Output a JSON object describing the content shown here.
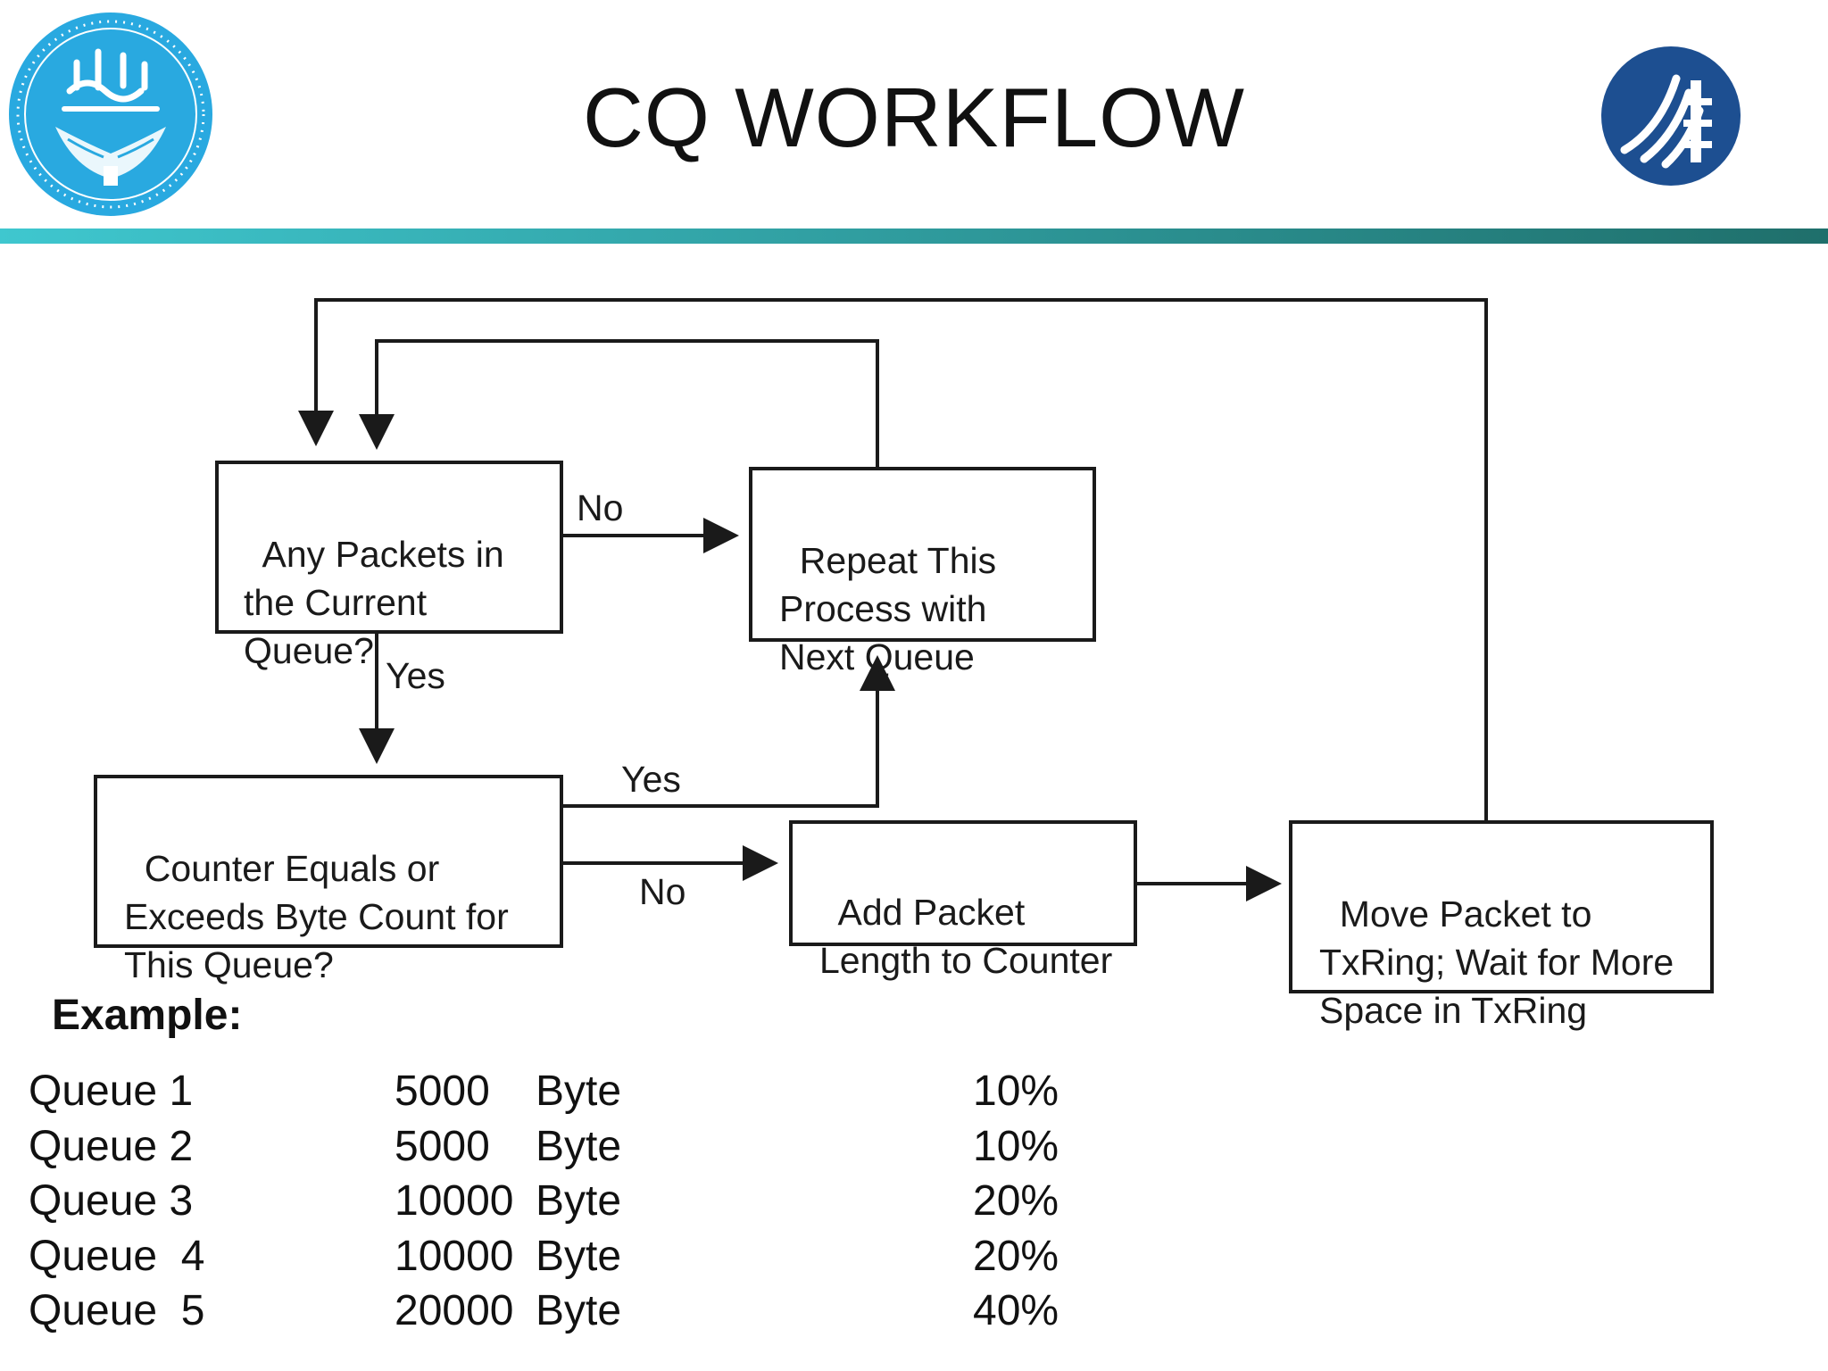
{
  "title": "CQ WORKFLOW",
  "colors": {
    "accent_start": "#3fc7cf",
    "accent_end": "#1f6f6b",
    "left_logo": "#29a9e0",
    "right_logo": "#1d4f91",
    "line": "#1a1a1a"
  },
  "logos": {
    "left": "university-of-tehran-logo",
    "right": "blue-emblem-logo"
  },
  "flowchart": {
    "boxes": {
      "any_packets": "Any Packets in\nthe Current\nQueue?",
      "repeat_process": "Repeat This\nProcess with\nNext Queue",
      "counter_check": "Counter Equals or\nExceeds Byte Count for\nThis Queue?",
      "add_packet": "Add Packet\nLength to Counter",
      "move_packet": "Move Packet to\nTxRing; Wait for More\nSpace in TxRing"
    },
    "labels": {
      "no_top": "No",
      "yes_down": "Yes",
      "yes_right": "Yes",
      "no_bottom": "No"
    }
  },
  "example": {
    "heading": "Example:",
    "rows": [
      {
        "queue": "Queue 1",
        "bytes": "5000",
        "unit": "Byte",
        "percent": "10%"
      },
      {
        "queue": "Queue 2",
        "bytes": "5000",
        "unit": "Byte",
        "percent": "10%"
      },
      {
        "queue": "Queue 3",
        "bytes": "10000",
        "unit": "Byte",
        "percent": "20%"
      },
      {
        "queue": "Queue  4",
        "bytes": "10000",
        "unit": "Byte",
        "percent": "20%"
      },
      {
        "queue": "Queue  5",
        "bytes": "20000",
        "unit": "Byte",
        "percent": "40%"
      }
    ]
  }
}
